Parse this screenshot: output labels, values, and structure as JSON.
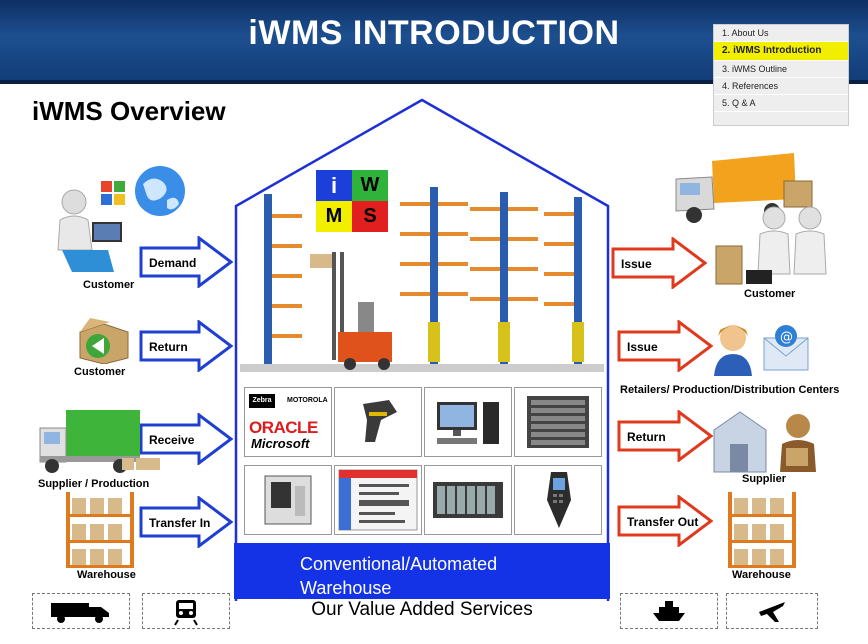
{
  "header": {
    "title": "iWMS INTRODUCTION"
  },
  "menu": {
    "items": [
      {
        "label": "1. About Us"
      },
      {
        "label": "2. iWMS Introduction"
      },
      {
        "label": "3. iWMS Outline"
      },
      {
        "label": "4. References"
      },
      {
        "label": "5. Q & A"
      }
    ]
  },
  "overview_title": "iWMS Overview",
  "logo": {
    "tl": "i",
    "tr": "W",
    "bl": "M",
    "br": "S"
  },
  "inbound": {
    "arrows": [
      "Demand",
      "Return",
      "Receive",
      "Transfer In"
    ],
    "labels": [
      "Customer",
      "Customer",
      "Supplier / Production",
      "Warehouse"
    ]
  },
  "outbound": {
    "arrows": [
      "Issue",
      "Issue",
      "Return",
      "Transfer Out"
    ],
    "labels": [
      "Customer",
      "Retailers/ Production/Distribution Centers",
      "Supplier",
      "Warehouse"
    ]
  },
  "partners": {
    "zebra": "Zebra",
    "motorola": "MOTOROLA",
    "oracle": "ORACLE",
    "microsoft": "Microsoft"
  },
  "warehouse_label": {
    "line1": "Conventional/Automated",
    "line2": "Warehouse"
  },
  "value_added": "Our Value Added Services",
  "colors": {
    "inbound_arrow": "#1f3fd1",
    "outbound_arrow": "#e03a1e",
    "warehouse_band": "#1432e6",
    "highlight": "#f2ee00"
  }
}
